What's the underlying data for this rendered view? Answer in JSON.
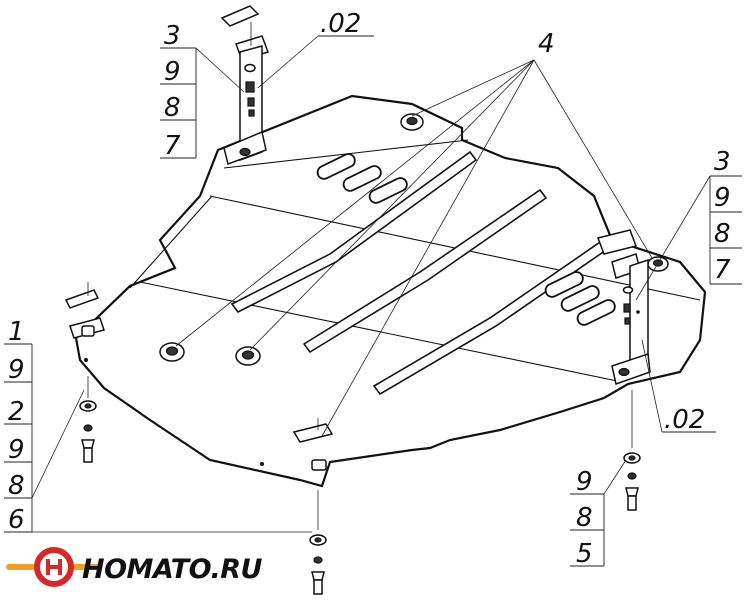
{
  "labels": {
    "top_left_stack": [
      "3",
      "9",
      "8",
      "7"
    ],
    "top_center": ".02",
    "callout_top": "4",
    "right_stack": [
      "3",
      "9",
      "8",
      "7"
    ],
    "right_mid": ".02",
    "left_stack": [
      "1",
      "9",
      "2",
      "9",
      "8",
      "6"
    ],
    "bottom_right_stack": [
      "9",
      "8",
      "5"
    ]
  },
  "brand": {
    "name": "HOMATO.RU",
    "colors": {
      "ring": "#d62828",
      "bar": "#f0a020",
      "text": "#111111"
    }
  }
}
